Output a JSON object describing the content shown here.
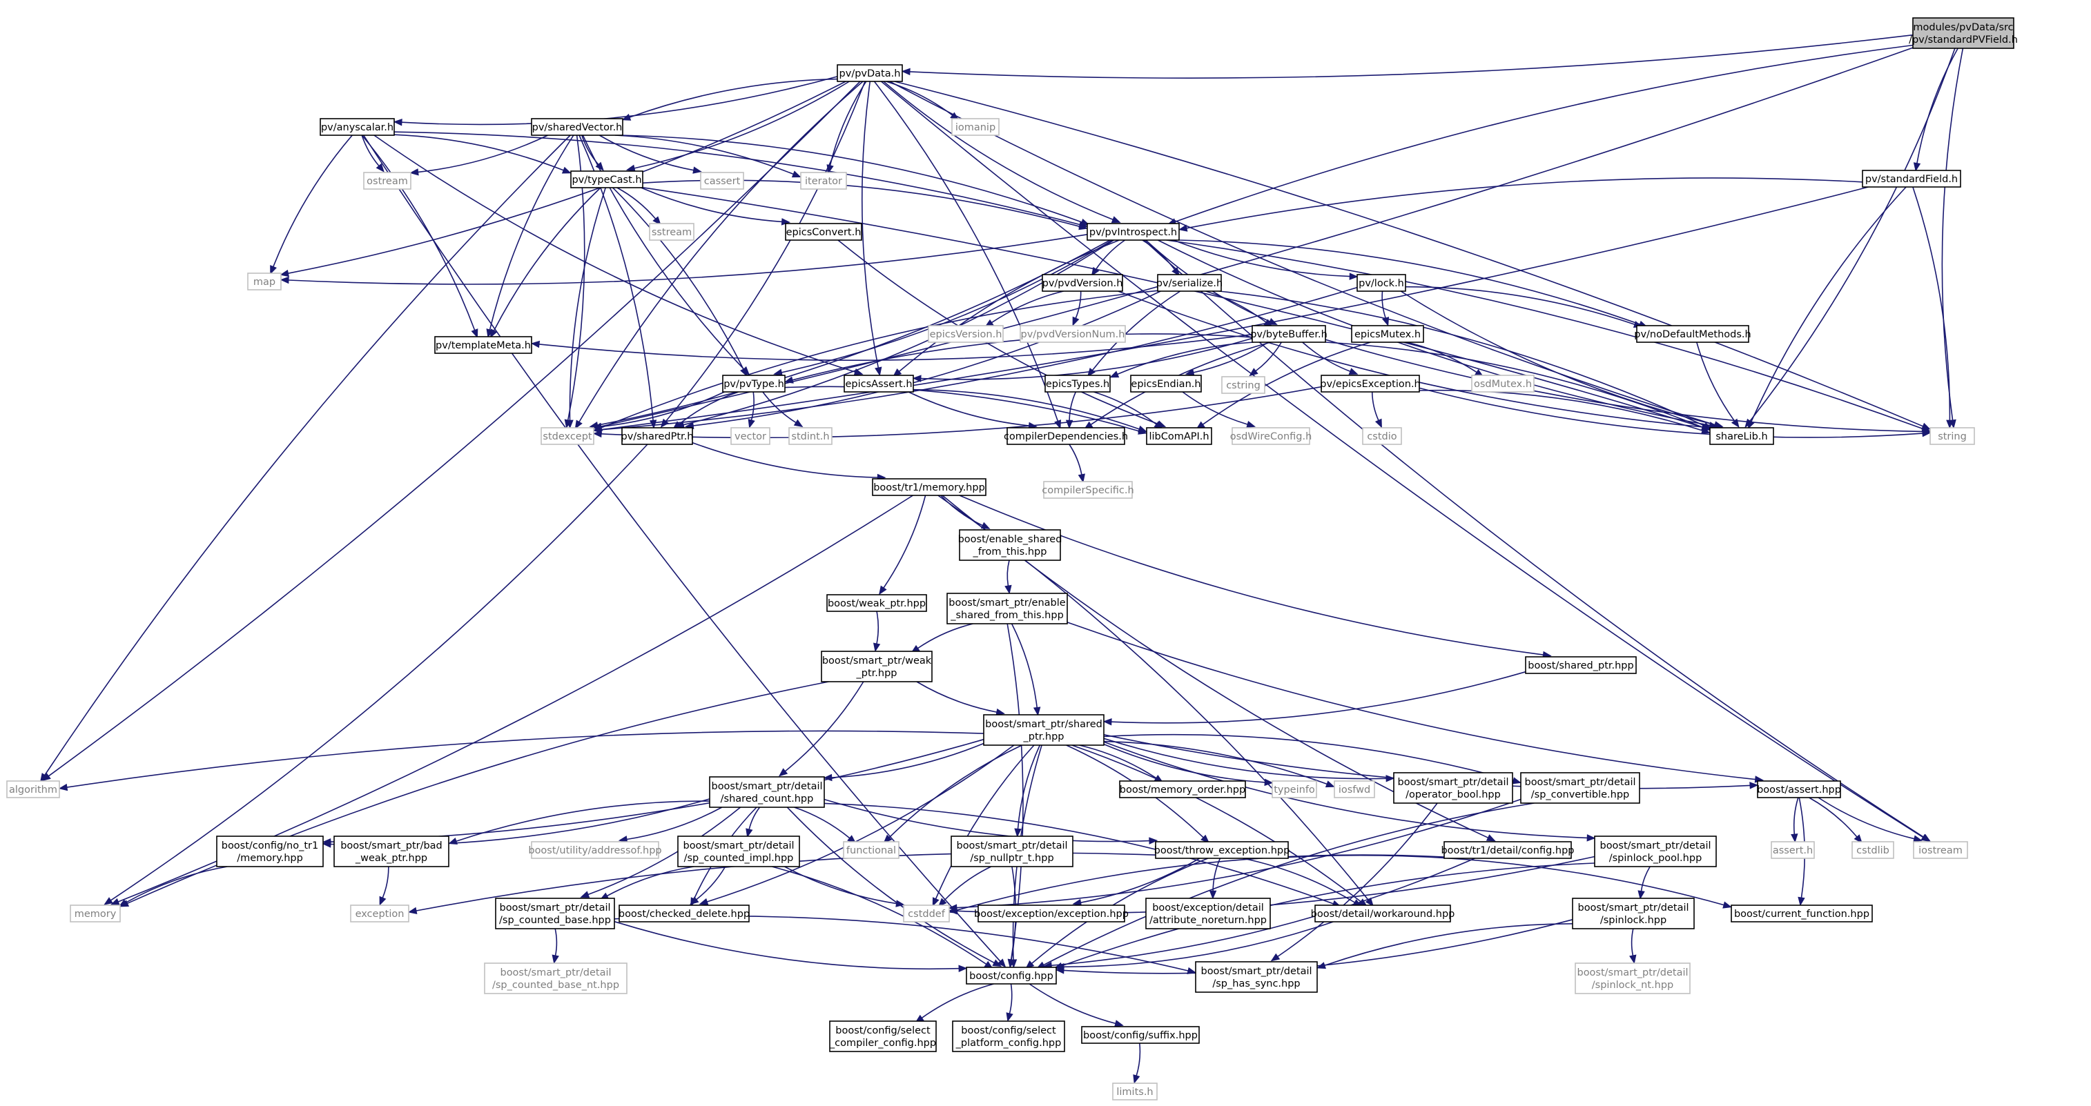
{
  "nodes": [
    {
      "id": "root",
      "kind": "root",
      "lines": [
        "modules/pvData/src",
        "/pv/standardPVField.h"
      ]
    },
    {
      "id": "pvData",
      "kind": "doc",
      "lines": [
        "pv/pvData.h"
      ]
    },
    {
      "id": "standardField",
      "kind": "doc",
      "lines": [
        "pv/standardField.h"
      ]
    },
    {
      "id": "anyscalar",
      "kind": "doc",
      "lines": [
        "pv/anyscalar.h"
      ]
    },
    {
      "id": "sharedVector",
      "kind": "doc",
      "lines": [
        "pv/sharedVector.h"
      ]
    },
    {
      "id": "iomanip",
      "kind": "sys",
      "lines": [
        "iomanip"
      ]
    },
    {
      "id": "ostream",
      "kind": "sys",
      "lines": [
        "ostream"
      ]
    },
    {
      "id": "cassert",
      "kind": "sys",
      "lines": [
        "cassert"
      ]
    },
    {
      "id": "iterator",
      "kind": "sys",
      "lines": [
        "iterator"
      ]
    },
    {
      "id": "typeCast",
      "kind": "doc",
      "lines": [
        "pv/typeCast.h"
      ]
    },
    {
      "id": "sstream",
      "kind": "sys",
      "lines": [
        "sstream"
      ]
    },
    {
      "id": "epicsConvert",
      "kind": "doc",
      "lines": [
        "epicsConvert.h"
      ]
    },
    {
      "id": "pvIntrospect",
      "kind": "doc",
      "lines": [
        "pv/pvIntrospect.h"
      ]
    },
    {
      "id": "map",
      "kind": "sys",
      "lines": [
        "map"
      ]
    },
    {
      "id": "pvdVersion",
      "kind": "doc",
      "lines": [
        "pv/pvdVersion.h"
      ]
    },
    {
      "id": "serialize",
      "kind": "doc",
      "lines": [
        "pv/serialize.h"
      ]
    },
    {
      "id": "lock",
      "kind": "doc",
      "lines": [
        "pv/lock.h"
      ]
    },
    {
      "id": "noDefault",
      "kind": "doc",
      "lines": [
        "pv/noDefaultMethods.h"
      ]
    },
    {
      "id": "epicsVersion",
      "kind": "sys",
      "lines": [
        "epicsVersion.h"
      ]
    },
    {
      "id": "pvdVersionNum",
      "kind": "sys",
      "lines": [
        "pv/pvdVersionNum.h"
      ]
    },
    {
      "id": "byteBuffer",
      "kind": "doc",
      "lines": [
        "pv/byteBuffer.h"
      ]
    },
    {
      "id": "epicsMutex",
      "kind": "doc",
      "lines": [
        "epicsMutex.h"
      ]
    },
    {
      "id": "templateMeta",
      "kind": "doc",
      "lines": [
        "pv/templateMeta.h"
      ]
    },
    {
      "id": "pvType",
      "kind": "doc",
      "lines": [
        "pv/pvType.h"
      ]
    },
    {
      "id": "epicsAssert",
      "kind": "doc",
      "lines": [
        "epicsAssert.h"
      ]
    },
    {
      "id": "epicsTypes",
      "kind": "doc",
      "lines": [
        "epicsTypes.h"
      ]
    },
    {
      "id": "epicsEndian",
      "kind": "doc",
      "lines": [
        "epicsEndian.h"
      ]
    },
    {
      "id": "cstring",
      "kind": "sys",
      "lines": [
        "cstring"
      ]
    },
    {
      "id": "epicsException",
      "kind": "doc",
      "lines": [
        "pv/epicsException.h"
      ]
    },
    {
      "id": "osdMutex",
      "kind": "sys",
      "lines": [
        "osdMutex.h"
      ]
    },
    {
      "id": "stdexcept",
      "kind": "sys",
      "lines": [
        "stdexcept"
      ]
    },
    {
      "id": "sharedPtr",
      "kind": "doc",
      "lines": [
        "pv/sharedPtr.h"
      ]
    },
    {
      "id": "vector",
      "kind": "sys",
      "lines": [
        "vector"
      ]
    },
    {
      "id": "stdint",
      "kind": "sys",
      "lines": [
        "stdint.h"
      ]
    },
    {
      "id": "compilerDep",
      "kind": "doc",
      "lines": [
        "compilerDependencies.h"
      ]
    },
    {
      "id": "libComAPI",
      "kind": "doc",
      "lines": [
        "libComAPI.h"
      ]
    },
    {
      "id": "osdWireConfig",
      "kind": "sys",
      "lines": [
        "osdWireConfig.h"
      ]
    },
    {
      "id": "cstdio",
      "kind": "sys",
      "lines": [
        "cstdio"
      ]
    },
    {
      "id": "shareLib",
      "kind": "doc",
      "lines": [
        "shareLib.h"
      ]
    },
    {
      "id": "string",
      "kind": "sys",
      "lines": [
        "string"
      ]
    },
    {
      "id": "compilerSpecific",
      "kind": "sys",
      "lines": [
        "compilerSpecific.h"
      ]
    },
    {
      "id": "tr1memory",
      "kind": "doc",
      "lines": [
        "boost/tr1/memory.hpp"
      ]
    },
    {
      "id": "enableShared",
      "kind": "doc",
      "lines": [
        "boost/enable_shared",
        "_from_this.hpp"
      ]
    },
    {
      "id": "weakPtr",
      "kind": "doc",
      "lines": [
        "boost/weak_ptr.hpp"
      ]
    },
    {
      "id": "spEnableShared",
      "kind": "doc",
      "lines": [
        "boost/smart_ptr/enable",
        "_shared_from_this.hpp"
      ]
    },
    {
      "id": "spWeak",
      "kind": "doc",
      "lines": [
        "boost/smart_ptr/weak",
        "_ptr.hpp"
      ]
    },
    {
      "id": "sharedPtrHpp",
      "kind": "doc",
      "lines": [
        "boost/shared_ptr.hpp"
      ]
    },
    {
      "id": "spShared",
      "kind": "doc",
      "lines": [
        "boost/smart_ptr/shared",
        "_ptr.hpp"
      ]
    },
    {
      "id": "algorithm",
      "kind": "sys",
      "lines": [
        "algorithm"
      ]
    },
    {
      "id": "sharedCount",
      "kind": "doc",
      "lines": [
        "boost/smart_ptr/detail",
        "/shared_count.hpp"
      ]
    },
    {
      "id": "functional",
      "kind": "sys",
      "lines": [
        "functional"
      ]
    },
    {
      "id": "memoryOrder",
      "kind": "doc",
      "lines": [
        "boost/memory_order.hpp"
      ]
    },
    {
      "id": "typeinfo",
      "kind": "sys",
      "lines": [
        "typeinfo"
      ]
    },
    {
      "id": "iosfwd",
      "kind": "sys",
      "lines": [
        "iosfwd"
      ]
    },
    {
      "id": "operatorBool",
      "kind": "doc",
      "lines": [
        "boost/smart_ptr/detail",
        "/operator_bool.hpp"
      ]
    },
    {
      "id": "spConvertible",
      "kind": "doc",
      "lines": [
        "boost/smart_ptr/detail",
        "/sp_convertible.hpp"
      ]
    },
    {
      "id": "assertHpp",
      "kind": "doc",
      "lines": [
        "boost/assert.hpp"
      ]
    },
    {
      "id": "noTr1",
      "kind": "doc",
      "lines": [
        "boost/config/no_tr1",
        "/memory.hpp"
      ]
    },
    {
      "id": "badWeak",
      "kind": "doc",
      "lines": [
        "boost/smart_ptr/bad",
        "_weak_ptr.hpp"
      ]
    },
    {
      "id": "addressof",
      "kind": "sys",
      "lines": [
        "boost/utility/addressof.hpp"
      ]
    },
    {
      "id": "spCountedImpl",
      "kind": "doc",
      "lines": [
        "boost/smart_ptr/detail",
        "/sp_counted_impl.hpp"
      ]
    },
    {
      "id": "spNullptr",
      "kind": "doc",
      "lines": [
        "boost/smart_ptr/detail",
        "/sp_nullptr_t.hpp"
      ]
    },
    {
      "id": "throwException",
      "kind": "doc",
      "lines": [
        "boost/throw_exception.hpp"
      ]
    },
    {
      "id": "tr1Config",
      "kind": "doc",
      "lines": [
        "boost/tr1/detail/config.hpp"
      ]
    },
    {
      "id": "spinlockPool",
      "kind": "doc",
      "lines": [
        "boost/smart_ptr/detail",
        "/spinlock_pool.hpp"
      ]
    },
    {
      "id": "assertH",
      "kind": "sys",
      "lines": [
        "assert.h"
      ]
    },
    {
      "id": "cstdlib",
      "kind": "sys",
      "lines": [
        "cstdlib"
      ]
    },
    {
      "id": "iostream",
      "kind": "sys",
      "lines": [
        "iostream"
      ]
    },
    {
      "id": "memory",
      "kind": "sys",
      "lines": [
        "memory"
      ]
    },
    {
      "id": "exception",
      "kind": "sys",
      "lines": [
        "exception"
      ]
    },
    {
      "id": "spCountedBase",
      "kind": "doc",
      "lines": [
        "boost/smart_ptr/detail",
        "/sp_counted_base.hpp"
      ]
    },
    {
      "id": "checkedDelete",
      "kind": "doc",
      "lines": [
        "boost/checked_delete.hpp"
      ]
    },
    {
      "id": "cstddef",
      "kind": "sys",
      "lines": [
        "cstddef"
      ]
    },
    {
      "id": "exceptionHpp",
      "kind": "doc",
      "lines": [
        "boost/exception/exception.hpp"
      ]
    },
    {
      "id": "attrNoreturn",
      "kind": "doc",
      "lines": [
        "boost/exception/detail",
        "/attribute_noreturn.hpp"
      ]
    },
    {
      "id": "workaround",
      "kind": "doc",
      "lines": [
        "boost/detail/workaround.hpp"
      ]
    },
    {
      "id": "spinlock",
      "kind": "doc",
      "lines": [
        "boost/smart_ptr/detail",
        "/spinlock.hpp"
      ]
    },
    {
      "id": "currentFunction",
      "kind": "doc",
      "lines": [
        "boost/current_function.hpp"
      ]
    },
    {
      "id": "spCountedBaseNt",
      "kind": "sys",
      "lines": [
        "boost/smart_ptr/detail",
        "/sp_counted_base_nt.hpp"
      ]
    },
    {
      "id": "configHpp",
      "kind": "doc",
      "lines": [
        "boost/config.hpp"
      ]
    },
    {
      "id": "spHasSync",
      "kind": "doc",
      "lines": [
        "boost/smart_ptr/detail",
        "/sp_has_sync.hpp"
      ]
    },
    {
      "id": "spinlockNt",
      "kind": "sys",
      "lines": [
        "boost/smart_ptr/detail",
        "/spinlock_nt.hpp"
      ]
    },
    {
      "id": "selectCompiler",
      "kind": "doc",
      "lines": [
        "boost/config/select",
        "_compiler_config.hpp"
      ]
    },
    {
      "id": "selectPlatform",
      "kind": "doc",
      "lines": [
        "boost/config/select",
        "_platform_config.hpp"
      ]
    },
    {
      "id": "suffix",
      "kind": "doc",
      "lines": [
        "boost/config/suffix.hpp"
      ]
    },
    {
      "id": "limits",
      "kind": "sys",
      "lines": [
        "limits.h"
      ]
    }
  ],
  "edges": [
    [
      "root",
      "pvData"
    ],
    [
      "root",
      "standardField"
    ],
    [
      "root",
      "stdexcept"
    ],
    [
      "root",
      "pvIntrospect"
    ],
    [
      "root",
      "shareLib"
    ],
    [
      "root",
      "string"
    ],
    [
      "pvData",
      "anyscalar"
    ],
    [
      "pvData",
      "sharedVector"
    ],
    [
      "pvData",
      "iomanip"
    ],
    [
      "pvData",
      "iterator"
    ],
    [
      "pvData",
      "typeCast"
    ],
    [
      "pvData",
      "pvIntrospect"
    ],
    [
      "pvData",
      "map"
    ],
    [
      "pvData",
      "epicsAssert"
    ],
    [
      "pvData",
      "compilerDep"
    ],
    [
      "pvData",
      "stdexcept"
    ],
    [
      "pvData",
      "algorithm"
    ],
    [
      "pvData",
      "shareLib"
    ],
    [
      "pvData",
      "string"
    ],
    [
      "pvData",
      "iostream"
    ],
    [
      "pvData",
      "sharedPtr"
    ],
    [
      "standardField",
      "pvIntrospect"
    ],
    [
      "standardField",
      "stdexcept"
    ],
    [
      "standardField",
      "shareLib"
    ],
    [
      "standardField",
      "string"
    ],
    [
      "anyscalar",
      "ostream"
    ],
    [
      "anyscalar",
      "typeCast"
    ],
    [
      "anyscalar",
      "map"
    ],
    [
      "anyscalar",
      "templateMeta"
    ],
    [
      "anyscalar",
      "epicsAssert"
    ],
    [
      "anyscalar",
      "pvIntrospect"
    ],
    [
      "anyscalar",
      "configHpp"
    ],
    [
      "sharedVector",
      "ostream"
    ],
    [
      "sharedVector",
      "cassert"
    ],
    [
      "sharedVector",
      "iterator"
    ],
    [
      "sharedVector",
      "typeCast"
    ],
    [
      "sharedVector",
      "pvIntrospect"
    ],
    [
      "sharedVector",
      "templateMeta"
    ],
    [
      "sharedVector",
      "stdexcept"
    ],
    [
      "sharedVector",
      "algorithm"
    ],
    [
      "sharedVector",
      "sharedPtr"
    ],
    [
      "sharedVector",
      "pvType"
    ],
    [
      "typeCast",
      "sstream"
    ],
    [
      "typeCast",
      "epicsConvert"
    ],
    [
      "typeCast",
      "pvIntrospect"
    ],
    [
      "typeCast",
      "templateMeta"
    ],
    [
      "typeCast",
      "pvType"
    ],
    [
      "typeCast",
      "stdexcept"
    ],
    [
      "typeCast",
      "shareLib"
    ],
    [
      "epicsConvert",
      "libComAPI"
    ],
    [
      "pvIntrospect",
      "map"
    ],
    [
      "pvIntrospect",
      "pvdVersion"
    ],
    [
      "pvIntrospect",
      "serialize"
    ],
    [
      "pvIntrospect",
      "lock"
    ],
    [
      "pvIntrospect",
      "noDefault"
    ],
    [
      "pvIntrospect",
      "byteBuffer"
    ],
    [
      "pvIntrospect",
      "pvType"
    ],
    [
      "pvIntrospect",
      "epicsAssert"
    ],
    [
      "pvIntrospect",
      "stdexcept"
    ],
    [
      "pvIntrospect",
      "shareLib"
    ],
    [
      "pvIntrospect",
      "string"
    ],
    [
      "pvIntrospect",
      "iostream"
    ],
    [
      "pvIntrospect",
      "sharedPtr"
    ],
    [
      "pvdVersion",
      "epicsVersion"
    ],
    [
      "pvdVersion",
      "pvdVersionNum"
    ],
    [
      "pvdVersion",
      "shareLib"
    ],
    [
      "serialize",
      "byteBuffer"
    ],
    [
      "serialize",
      "epicsTypes"
    ],
    [
      "serialize",
      "sharedPtr"
    ],
    [
      "serialize",
      "stdexcept"
    ],
    [
      "serialize",
      "shareLib"
    ],
    [
      "lock",
      "epicsMutex"
    ],
    [
      "lock",
      "noDefault"
    ],
    [
      "lock",
      "shareLib"
    ],
    [
      "lock",
      "stdexcept"
    ],
    [
      "noDefault",
      "shareLib"
    ],
    [
      "byteBuffer",
      "cstring"
    ],
    [
      "byteBuffer",
      "epicsTypes"
    ],
    [
      "byteBuffer",
      "epicsEndian"
    ],
    [
      "byteBuffer",
      "epicsException"
    ],
    [
      "byteBuffer",
      "templateMeta"
    ],
    [
      "byteBuffer",
      "pvType"
    ],
    [
      "byteBuffer",
      "epicsAssert"
    ],
    [
      "byteBuffer",
      "compilerDep"
    ],
    [
      "byteBuffer",
      "shareLib"
    ],
    [
      "byteBuffer",
      "string"
    ],
    [
      "epicsMutex",
      "osdMutex"
    ],
    [
      "epicsMutex",
      "libComAPI"
    ],
    [
      "pvType",
      "stdexcept"
    ],
    [
      "pvType",
      "sharedPtr"
    ],
    [
      "pvType",
      "vector"
    ],
    [
      "pvType",
      "stdint"
    ],
    [
      "pvType",
      "libComAPI"
    ],
    [
      "epicsAssert",
      "compilerDep"
    ],
    [
      "epicsAssert",
      "libComAPI"
    ],
    [
      "epicsTypes",
      "compilerDep"
    ],
    [
      "epicsTypes",
      "libComAPI"
    ],
    [
      "epicsEndian",
      "osdWireConfig"
    ],
    [
      "epicsException",
      "stdexcept"
    ],
    [
      "epicsException",
      "cstdio"
    ],
    [
      "epicsException",
      "shareLib"
    ],
    [
      "epicsException",
      "string"
    ],
    [
      "compilerDep",
      "compilerSpecific"
    ],
    [
      "sharedPtr",
      "tr1memory"
    ],
    [
      "sharedPtr",
      "memory"
    ],
    [
      "tr1memory",
      "enableShared"
    ],
    [
      "tr1memory",
      "weakPtr"
    ],
    [
      "tr1memory",
      "sharedPtrHpp"
    ],
    [
      "tr1memory",
      "memory"
    ],
    [
      "tr1memory",
      "tr1Config"
    ],
    [
      "tr1memory",
      "workaround"
    ],
    [
      "enableShared",
      "spEnableShared"
    ],
    [
      "weakPtr",
      "spWeak"
    ],
    [
      "spEnableShared",
      "spWeak"
    ],
    [
      "spEnableShared",
      "spShared"
    ],
    [
      "spEnableShared",
      "assertHpp"
    ],
    [
      "spEnableShared",
      "configHpp"
    ],
    [
      "spWeak",
      "spShared"
    ],
    [
      "spWeak",
      "sharedCount"
    ],
    [
      "spWeak",
      "memory"
    ],
    [
      "sharedPtrHpp",
      "spShared"
    ],
    [
      "spShared",
      "algorithm"
    ],
    [
      "spShared",
      "sharedCount"
    ],
    [
      "spShared",
      "functional"
    ],
    [
      "spShared",
      "memoryOrder"
    ],
    [
      "spShared",
      "typeinfo"
    ],
    [
      "spShared",
      "iosfwd"
    ],
    [
      "spShared",
      "operatorBool"
    ],
    [
      "spShared",
      "spConvertible"
    ],
    [
      "spShared",
      "assertHpp"
    ],
    [
      "spShared",
      "noTr1"
    ],
    [
      "spShared",
      "spNullptr"
    ],
    [
      "spShared",
      "throwException"
    ],
    [
      "spShared",
      "spinlockPool"
    ],
    [
      "spShared",
      "checkedDelete"
    ],
    [
      "spShared",
      "cstddef"
    ],
    [
      "spShared",
      "workaround"
    ],
    [
      "spShared",
      "configHpp"
    ],
    [
      "sharedCount",
      "noTr1"
    ],
    [
      "sharedCount",
      "badWeak"
    ],
    [
      "sharedCount",
      "addressof"
    ],
    [
      "sharedCount",
      "spCountedImpl"
    ],
    [
      "sharedCount",
      "functional"
    ],
    [
      "sharedCount",
      "throwException"
    ],
    [
      "sharedCount",
      "spCountedBase"
    ],
    [
      "sharedCount",
      "checkedDelete"
    ],
    [
      "sharedCount",
      "workaround"
    ],
    [
      "sharedCount",
      "configHpp"
    ],
    [
      "operatorBool",
      "spHasSync"
    ],
    [
      "spConvertible",
      "configHpp"
    ],
    [
      "spConvertible",
      "cstddef"
    ],
    [
      "assertHpp",
      "assertH"
    ],
    [
      "assertHpp",
      "cstdlib"
    ],
    [
      "assertHpp",
      "iostream"
    ],
    [
      "assertHpp",
      "currentFunction"
    ],
    [
      "noTr1",
      "memory"
    ],
    [
      "badWeak",
      "exception"
    ],
    [
      "spCountedImpl",
      "spCountedBase"
    ],
    [
      "spCountedImpl",
      "checkedDelete"
    ],
    [
      "spCountedImpl",
      "cstddef"
    ],
    [
      "spCountedImpl",
      "configHpp"
    ],
    [
      "spNullptr",
      "cstddef"
    ],
    [
      "spNullptr",
      "configHpp"
    ],
    [
      "throwException",
      "exception"
    ],
    [
      "throwException",
      "exceptionHpp"
    ],
    [
      "throwException",
      "attrNoreturn"
    ],
    [
      "throwException",
      "workaround"
    ],
    [
      "throwException",
      "configHpp"
    ],
    [
      "throwException",
      "currentFunction"
    ],
    [
      "tr1Config",
      "cstddef"
    ],
    [
      "tr1Config",
      "configHpp"
    ],
    [
      "spinlockPool",
      "spinlock"
    ],
    [
      "spinlockPool",
      "cstddef"
    ],
    [
      "spinlockPool",
      "configHpp"
    ],
    [
      "spCountedBase",
      "spCountedBaseNt"
    ],
    [
      "spCountedBase",
      "configHpp"
    ],
    [
      "spCountedBase",
      "spHasSync"
    ],
    [
      "spinlock",
      "spinlockNt"
    ],
    [
      "spinlock",
      "configHpp"
    ],
    [
      "spinlock",
      "spHasSync"
    ],
    [
      "workaround",
      "configHpp"
    ],
    [
      "configHpp",
      "selectCompiler"
    ],
    [
      "configHpp",
      "selectPlatform"
    ],
    [
      "configHpp",
      "suffix"
    ],
    [
      "suffix",
      "limits"
    ]
  ]
}
